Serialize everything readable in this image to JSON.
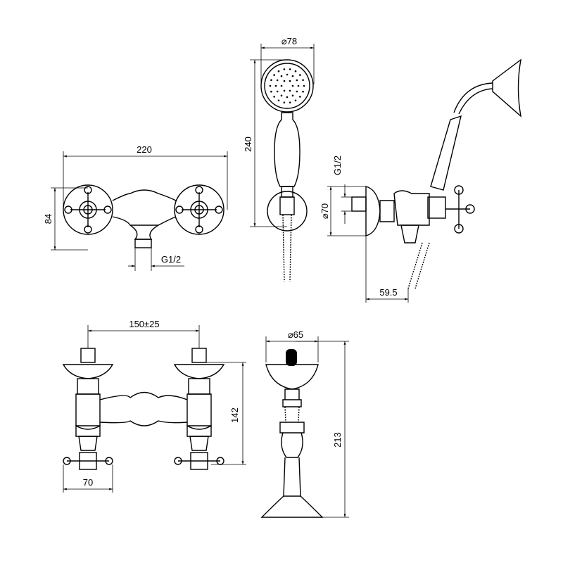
{
  "dimensions": {
    "front_width": "220",
    "front_height": "84",
    "front_outlet_thread": "G1/2",
    "shower_head_diameter": "⌀78",
    "shower_length": "240",
    "side_inlet_thread": "G1/2",
    "side_plate_diameter": "⌀70",
    "side_projection": "59.5",
    "bottom_centers": "150±25",
    "bottom_height": "142",
    "bottom_handle_width": "70",
    "cup_diameter": "⌀65",
    "cup_height": "213"
  },
  "colors": {
    "line": "#000000",
    "background": "#ffffff"
  }
}
